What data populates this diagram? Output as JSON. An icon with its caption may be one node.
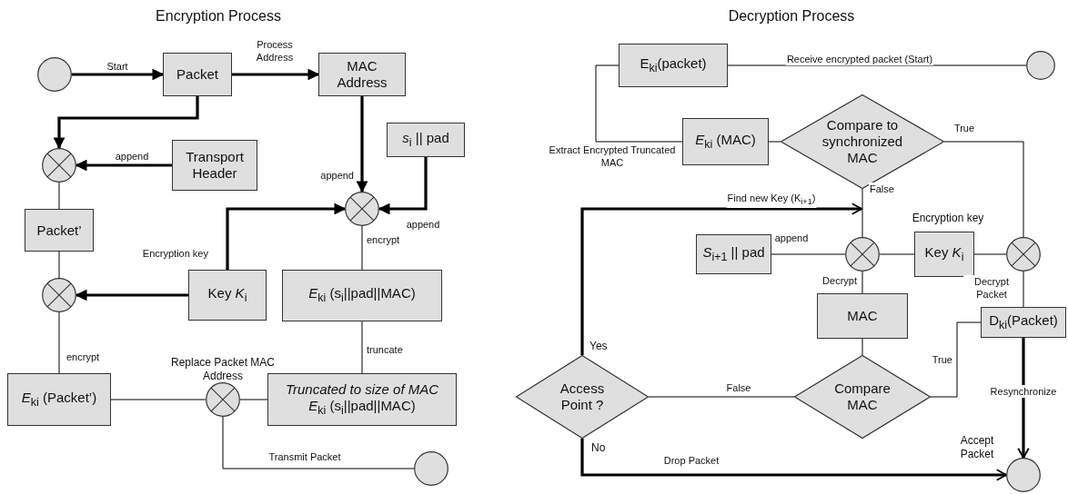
{
  "diagram": {
    "nodes": [
      {
        "text": [],
        "shape": "circle"
      },
      {
        "text": [
          "Packet"
        ]
      },
      {
        "text": [
          "MAC Address"
        ]
      },
      {
        "text": [],
        "shape": "xor"
      },
      {
        "text": [
          "Transport Header"
        ]
      },
      {
        "text": [
          "*s*$_{i}$ || pad"
        ]
      },
      {
        "text": [],
        "shape": "xor"
      },
      {
        "text": [
          "Packet’"
        ]
      },
      {
        "text": [],
        "shape": "xor"
      },
      {
        "text": [
          "Key *K*$_{i}$"
        ]
      },
      {
        "text": [
          "*E*$_{ki}$ (s$_{i}$||pad||MAC)"
        ]
      },
      {
        "text": [
          "*E*$_{ki}$ (Packet’)"
        ]
      },
      {
        "text": [],
        "shape": "xor",
        "beside": [
          "Replace Packet MAC Address"
        ]
      },
      {
        "text": [
          "Truncated to size of MAC",
          "*E*$_{ki}$ (s$_{i}$||pad||MAC)"
        ]
      },
      {
        "text": [],
        "shape": "circle"
      },
      {
        "text": [
          "E$_{ki}$(packet)"
        ]
      },
      {
        "text": [],
        "shape": "circle"
      },
      {
        "text": [
          "*E*$_{ki}$ (MAC)"
        ]
      },
      {
        "text": [
          "Compare to synchronized MAC"
        ]
      },
      {
        "text": [
          "*S*$_{i+1}$ || pad"
        ]
      },
      {
        "text": [],
        "shape": "xor"
      },
      {
        "text": [
          "Key *K*$_{i}$"
        ],
        "beside": [
          "Encryption key"
        ]
      },
      {
        "text": [],
        "shape": "xor"
      },
      {
        "text": [
          "MAC"
        ]
      },
      {
        "text": [
          "D$_{ki}$(Packet)"
        ]
      },
      {
        "text": [
          "Access Point ?"
        ]
      },
      {
        "text": [
          "Compare MAC"
        ]
      },
      {
        "text": [],
        "shape": "circle",
        "beside": [
          "Accept Packet"
        ]
      }
    ],
    "edges": [
      {
        "from": 0,
        "to": 1,
        "arrow": "to",
        "style": "thick",
        "label": "Start"
      },
      {
        "from": 1,
        "to": 2,
        "arrow": "to",
        "style": "thick",
        "label": "Process Address"
      },
      {
        "from": 1,
        "to": 3,
        "arrow": "to",
        "style": "thick"
      },
      {
        "from": 4,
        "to": 3,
        "arrow": "to",
        "style": "thick",
        "label": "append"
      },
      {
        "from": 2,
        "to": 6,
        "arrow": "to",
        "style": "thick",
        "label": "append"
      },
      {
        "from": 5,
        "to": 6,
        "arrow": "to",
        "style": "thick",
        "label": "append"
      },
      {
        "from": 9,
        "to": 6,
        "arrow": "to",
        "style": "thick",
        "label": "Encryption key"
      },
      {
        "from": 9,
        "to": 8,
        "arrow": "to",
        "style": "thick"
      },
      {
        "from": 3,
        "to": 7,
        "arrow": "none"
      },
      {
        "from": 7,
        "to": 8,
        "arrow": "none"
      },
      {
        "from": 8,
        "to": 11,
        "arrow": "none",
        "label": "encrypt"
      },
      {
        "from": 6,
        "to": 10,
        "arrow": "none",
        "label": "encrypt"
      },
      {
        "from": 10,
        "to": 13,
        "arrow": "none",
        "label": "truncate"
      },
      {
        "from": 11,
        "to": 12,
        "arrow": "none"
      },
      {
        "from": 13,
        "to": 12,
        "arrow": "none"
      },
      {
        "from": 12,
        "to": 14,
        "arrow": "none",
        "label": "Transmit Packet"
      },
      {
        "from": 16,
        "to": 15,
        "arrow": "none",
        "label": "Receive encrypted packet (Start)"
      },
      {
        "from": 15,
        "to": 17,
        "arrow": "none",
        "label": "Extract Encrypted Truncated MAC"
      },
      {
        "from": 17,
        "to": 18,
        "arrow": "none"
      },
      {
        "from": 18,
        "to": 22,
        "arrow": "none",
        "label": "True"
      },
      {
        "from": 18,
        "to": 20,
        "arrow": "none",
        "label": "False"
      },
      {
        "from": 25,
        "to": 20,
        "arrow": "to",
        "style": "thick",
        "label": "Find new Key (K$_{i+1}$)"
      },
      {
        "from": 19,
        "to": 20,
        "arrow": "none",
        "label": "append"
      },
      {
        "from": 21,
        "to": 20,
        "arrow": "none"
      },
      {
        "from": 21,
        "to": 22,
        "arrow": "none"
      },
      {
        "from": 20,
        "to": 23,
        "arrow": "none",
        "label": "Decrypt"
      },
      {
        "from": 22,
        "to": 24,
        "arrow": "none",
        "label": "Decrypt Packet"
      },
      {
        "from": 23,
        "to": 26,
        "arrow": "none"
      },
      {
        "from": 26,
        "to": 25,
        "arrow": "none",
        "label": "False"
      },
      {
        "from": 26,
        "to": 24,
        "arrow": "none",
        "label": "True"
      },
      {
        "from": 24,
        "to": 27,
        "arrow": "to",
        "style": "thick",
        "label": "Resynchronize"
      },
      {
        "from": 25,
        "to": 27,
        "arrow": "to",
        "style": "thick",
        "label": "Drop Packet"
      }
    ],
    "labels": [
      "Encryption Process",
      "Decryption Process",
      "Yes",
      "No"
    ]
  }
}
